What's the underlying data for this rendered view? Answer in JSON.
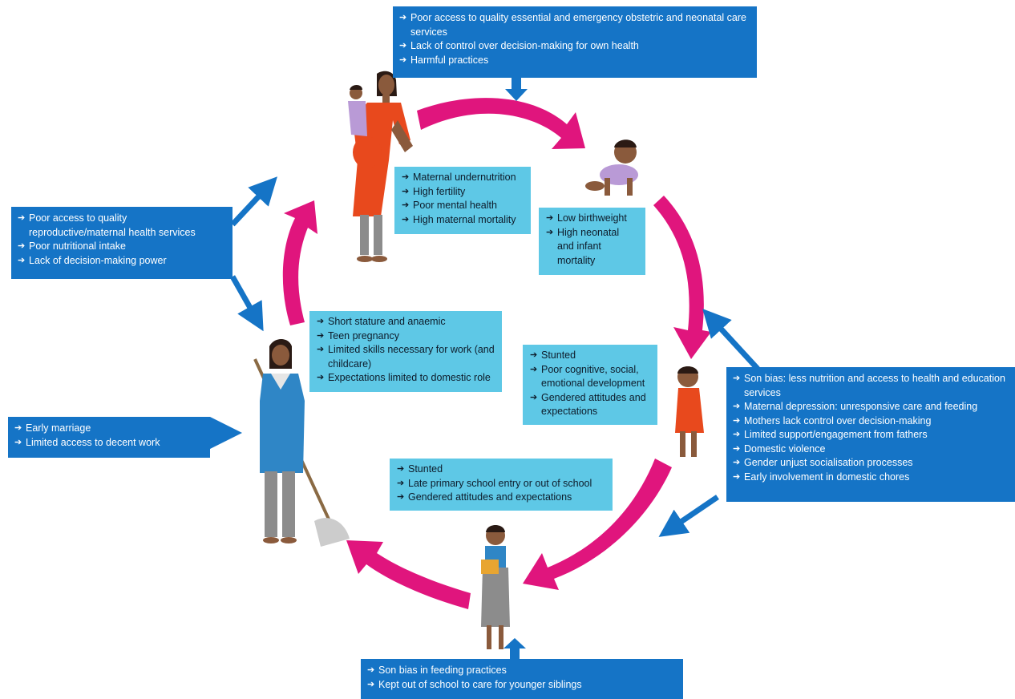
{
  "nodes": {
    "top_causes": [
      "Poor access to quality essential and emergency obstetric and neonatal care services",
      "Lack of control over decision-making for own health",
      "Harmful practices"
    ],
    "mother": [
      "Maternal undernutrition",
      "High fertility",
      "Poor mental health",
      "High maternal mortality"
    ],
    "infant": [
      "Low birthweight",
      "High neonatal and infant mortality"
    ],
    "left_top_causes": [
      "Poor access to quality reproductive/maternal health services",
      "Poor nutritional intake",
      "Lack of decision-making power"
    ],
    "adolescent": [
      "Short stature and anaemic",
      "Teen pregnancy",
      "Limited skills necessary for work (and childcare)",
      "Expectations limited to domestic role"
    ],
    "child": [
      "Stunted",
      "Poor cognitive, social, emotional development",
      "Gendered attitudes and expectations"
    ],
    "right_causes": [
      "Son bias: less nutrition and access to health and education services",
      "Maternal depression: unresponsive care and feeding",
      "Mothers lack control over decision-making",
      "Limited support/engagement from fathers",
      "Domestic violence",
      "Gender unjust socialisation processes",
      "Early involvement in domestic chores"
    ],
    "left_bottom_causes": [
      "Early marriage",
      "Limited access to decent work"
    ],
    "school_age": [
      "Stunted",
      "Late primary school entry or out of school",
      "Gendered  attitudes and expectations"
    ],
    "bottom_causes": [
      "Son bias in feeding practices",
      "Kept out of school to care for younger siblings"
    ]
  },
  "colors": {
    "cycle_arrow": "#e0157d",
    "cause_box": "#1574c6",
    "outcome_box": "#5ec8e6",
    "orange_dress": "#e8491d",
    "blue_dress": "#2f86c6",
    "purple_top": "#b99ad6",
    "skin": "#8a5a3c",
    "hair": "#2a1a14",
    "grey": "#8c8c8c"
  },
  "icons": [
    "mother-with-baby-figure",
    "crawling-baby-figure",
    "toddler-girl-figure",
    "schoolgirl-figure",
    "adolescent-girl-with-mop-figure"
  ]
}
